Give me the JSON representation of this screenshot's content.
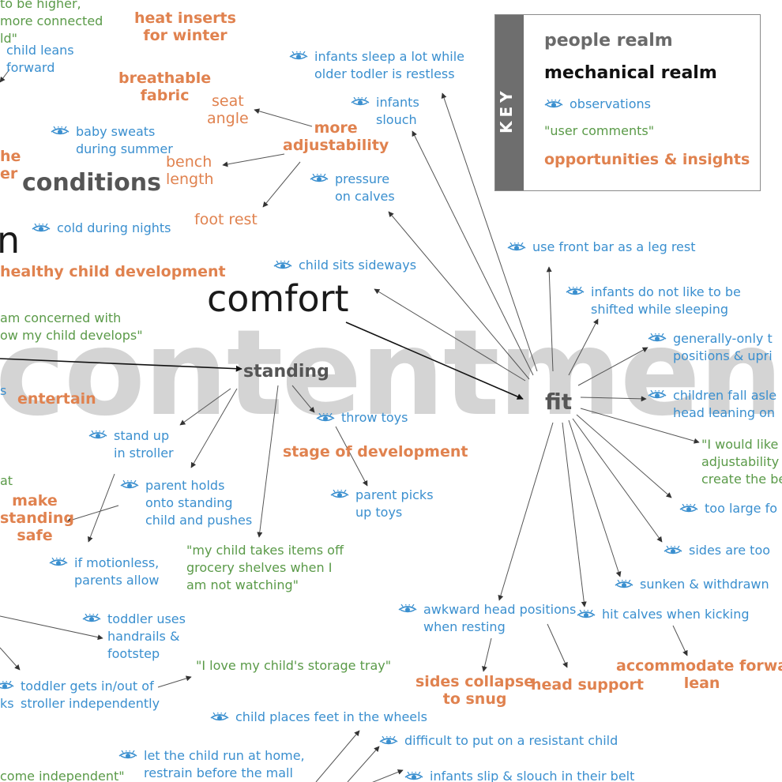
{
  "key": {
    "title": "KEY",
    "people": "people realm",
    "mechanical": "mechanical realm",
    "observations": "observations",
    "comments": "\"user comments\"",
    "opportunities": "opportunities & insights"
  },
  "watermark": "contentment",
  "hubs": {
    "comfort": "comfort",
    "standing": "standing",
    "fit": "fit",
    "conditions": "conditions",
    "n": "n"
  },
  "obs": {
    "child_leans": "child leans\nforward",
    "infants_sleep": "infants sleep a lot while\nolder todler is restless",
    "infants_slouch": "infants\nslouch",
    "baby_sweats": "baby sweats\nduring summer",
    "pressure_calves": "pressure\non calves",
    "cold_nights": "cold during nights",
    "front_bar": "use front bar as a leg rest",
    "sits_sideways": "child sits sideways",
    "not_shifted": "infants do not like to be\nshifted while sleeping",
    "generally_only": "generally-only t\npositions & upri",
    "fall_asleep": "children fall asle\nhead leaning on",
    "throw_toys": "throw toys",
    "stand_up": "stand up\nin stroller",
    "parent_holds": "parent holds\nonto standing\nchild and pushes",
    "picks_up": "parent picks\nup toys",
    "too_large": "too large fo",
    "motionless": "if motionless,\nparents allow",
    "sides_too": "sides are too",
    "sunken": "sunken & withdrawn",
    "awkward_head": "awkward head positions\nwhen resting",
    "hit_calves": "hit calves when kicking",
    "toddler_handrails": "toddler uses\nhandrails &\nfootstep",
    "gets_in_out": "toddler gets in/out of\nstroller independently",
    "feet_wheels": "child places feet in the wheels",
    "resistant_child": "difficult to put on a resistant child",
    "run_at_home": "let the child run at home,\nrestrain before the mall",
    "slip_slouch": "infants slip & slouch in their belt",
    "partial_s": "s"
  },
  "comments": {
    "top_left": "to be higher,\nmore connected\nld\"",
    "concerned": "am concerned with\now my child develops\"",
    "grocery": "\"my child takes items off\ngrocery shelves when I\nam not watching\"",
    "storage_tray": "\"I love my child's storage tray\"",
    "adjustability": "\"I would like\nadjustability\ncreate the be",
    "independent": "come independent\"",
    "partial_at": "at",
    "partial_ks": "ks"
  },
  "opps": {
    "heat_inserts": "heat inserts\nfor winter",
    "breathable": "breathable\nfabric",
    "seat_angle": "seat\nangle",
    "more_adjust": "more\nadjustability",
    "the_er": "he\ner",
    "bench_length": "bench\nlength",
    "foot_rest": "foot rest",
    "healthy_dev": "healthy child development",
    "entertain": "entertain",
    "stage_dev": "stage of development",
    "make_standing_safe": "make\nstanding\nsafe",
    "sides_collapse": "sides collapse\nto snug",
    "head_support": "head support",
    "accommodate": "accommodate forwa\nlean"
  }
}
